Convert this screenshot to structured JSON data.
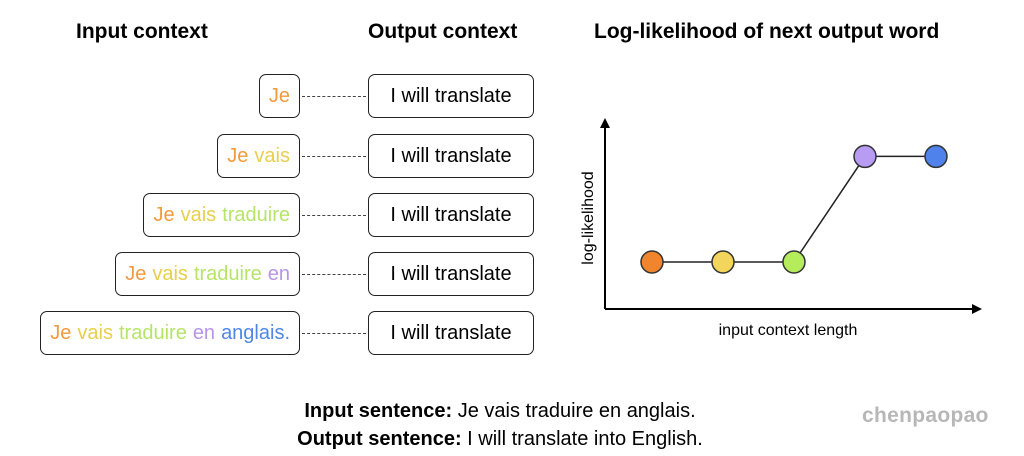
{
  "headings": {
    "input_context": "Input context",
    "output_context": "Output context",
    "loglikelihood": "Log-likelihood of next output word"
  },
  "colors": {
    "Je": "#f39a3c",
    "vais": "#e8cf4c",
    "traduire": "#b6e46a",
    "en": "#b794e8",
    "anglais.": "#4f86e8"
  },
  "input_words": [
    "Je",
    "vais",
    "traduire",
    "en",
    "anglais."
  ],
  "output_context_text": "I will translate",
  "chart": {
    "ylabel": "log-likelihood",
    "xlabel": "input context length",
    "points": [
      {
        "x": 1,
        "y": 1,
        "color": "#f0852d"
      },
      {
        "x": 2,
        "y": 1,
        "color": "#f2d55a"
      },
      {
        "x": 3,
        "y": 1,
        "color": "#b4ec5c"
      },
      {
        "x": 4,
        "y": 2.1,
        "color": "#b89bf2"
      },
      {
        "x": 5,
        "y": 2.1,
        "color": "#4f82ea"
      }
    ]
  },
  "caption": {
    "input_label": "Input sentence:",
    "input_text": " Je vais traduire en anglais.",
    "output_label": "Output sentence:",
    "output_text": " I will translate into English."
  },
  "watermark": "chenpaopao"
}
